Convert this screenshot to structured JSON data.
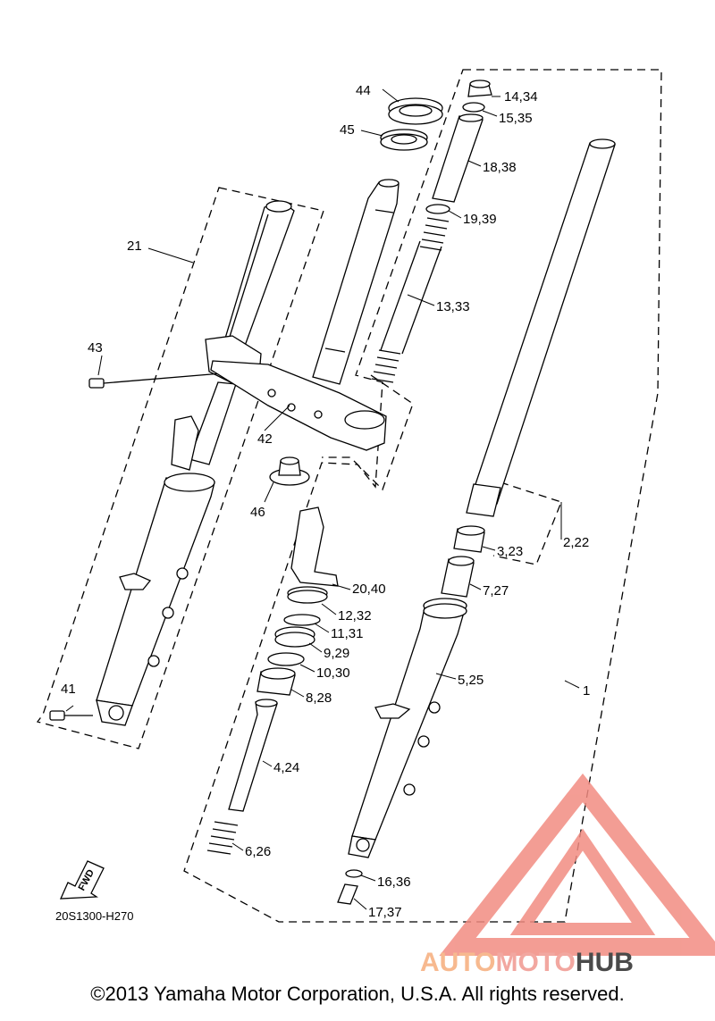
{
  "diagram": {
    "part_code": "20S1300-H270",
    "fwd_label": "FWD",
    "callouts": [
      "44",
      "45",
      "14,34",
      "15,35",
      "18,38",
      "19,39",
      "13,33",
      "21",
      "43",
      "42",
      "46",
      "20,40",
      "12,32",
      "11,31",
      "9,29",
      "10,30",
      "8,28",
      "5,25",
      "4,24",
      "6,26",
      "16,36",
      "17,37",
      "41",
      "3,23",
      "2,22",
      "7,27",
      "1"
    ]
  },
  "watermark": {
    "part1": "AUTO",
    "part2": "MOTO",
    "part3": "HUB",
    "colors": {
      "auto": "#f7b98f",
      "moto": "#f2a7a0",
      "hub": "#4a4a4a",
      "triangle": "#f28c82"
    }
  },
  "copyright": "©2013 Yamaha Motor Corporation, U.S.A. All rights reserved."
}
